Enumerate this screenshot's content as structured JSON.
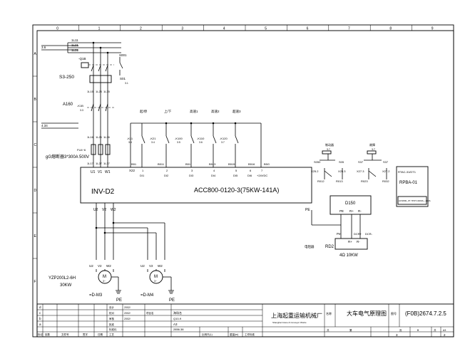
{
  "grid": {
    "columns": [
      "0",
      "1",
      "2",
      "3",
      "4",
      "5",
      "6",
      "7",
      "8",
      "9"
    ],
    "rows": [
      "A",
      "B",
      "C",
      "D",
      "E",
      "F"
    ]
  },
  "colors": {
    "ink": "#000000",
    "paper": "#ffffff"
  },
  "power": {
    "bus_left_top": "3.6",
    "bus_left_mid": "4.34",
    "phases": [
      "1L11",
      "1L21",
      "1L31"
    ],
    "breaker_label": "-Q1B",
    "breaker_model": "S3-250",
    "aux_s001": "S001",
    "aux_s01": "S01",
    "aux_ref": "3.1",
    "post_breaker_wires": [
      "1L15",
      "1L25",
      "1L35"
    ],
    "contactor_label": "-K1B",
    "contactor_ref": "3.3",
    "contactor_model": "A160",
    "fuse_wires": [
      "1L16",
      "1L26",
      "1L36"
    ],
    "fuse_model": "FU4~6",
    "fuse_desc": "gG熔断器3*300A 500V",
    "out_wires": [
      "1L17",
      "1L27",
      "1L37"
    ]
  },
  "inverter": {
    "name": "INV-D2",
    "model": "ACC800-0120-3(75KW-141A)",
    "inputs": [
      "U1",
      "V1",
      "W1"
    ],
    "outputs": [
      "U2",
      "V2",
      "W2"
    ],
    "pe": "PE",
    "x22": "X22",
    "terminal_nums": [
      "1",
      "2",
      "3",
      "4",
      "5",
      "6",
      "7"
    ],
    "di_labels": [
      "DI1",
      "DI2",
      "DI3",
      "DI4",
      "DI5",
      "DI6",
      "+24VDC"
    ]
  },
  "controls": {
    "functions": [
      "起/停",
      "上/下",
      "高速1",
      "高速2",
      "超速3"
    ],
    "relays": [
      {
        "tag": "-K11",
        "ref": "3.4"
      },
      {
        "tag": "-K21",
        "ref": "3.4"
      },
      {
        "tag": "-K100",
        "ref": "3.5"
      },
      {
        "tag": "-K110",
        "ref": "3.6"
      },
      {
        "tag": "-K120",
        "ref": "3.7"
      }
    ],
    "wires": [
      "B51",
      "B511",
      "B51",
      "B513",
      "B515",
      "B516",
      "B5G"
    ]
  },
  "relay_outputs": {
    "left_title": "制动器",
    "left_ref": "3.7",
    "right_title": "故障",
    "right_ref": "3.7",
    "left_tags": [
      "S050",
      "S05",
      "X25.2",
      "X25.3",
      "R012",
      "R013"
    ],
    "right_tags": [
      "S37",
      "S37",
      "X27.3",
      "X27.2",
      "R023",
      "R032"
    ]
  },
  "option_module": {
    "title": "RTAC-31/DT1",
    "name": "RPBA-01",
    "sub": "ACS800_0T 7P/0T-3200A—120A"
  },
  "brake_unit": {
    "name": "D150",
    "terminals": [
      "PE",
      "R+",
      "R-"
    ],
    "resistor_label": "电阻器",
    "resistor_name": "RD2",
    "resistor_terms": [
      "Pe",
      "R+",
      "R-"
    ],
    "wire_tags": [
      "DCR+",
      "DCR-"
    ],
    "rating": "4Ω 10KW"
  },
  "motors": [
    {
      "id": "M3",
      "terms": [
        "U2",
        "V2",
        "W2"
      ],
      "symbol": "M",
      "phase": "3~",
      "model": "YZP200L2-6H",
      "power": "30KW",
      "label": "=D-M3",
      "pe": "PE"
    },
    {
      "id": "M4",
      "terms": [
        "U2",
        "V2",
        "W2"
      ],
      "symbol": "M",
      "phase": "3~",
      "model": "",
      "power": "",
      "label": "=D-M4",
      "pe": "PE"
    }
  ],
  "title_block": {
    "company": "上海起重运输机械厂",
    "company_en": "Shanghai Crane & Conveyor Works",
    "drawing_title": "大车电气原理图",
    "drawing_no": "(F0B)2674.7.2.5",
    "drawing_no_prefix": "图号",
    "name_prefix": "名称",
    "rev_letters": [
      "d",
      "c",
      "b",
      "a"
    ],
    "left_labels": [
      "标记",
      "处数",
      "文件号",
      "签字",
      "日期"
    ],
    "mid_labels": [
      "设计",
      "校对",
      "审核",
      "批准",
      "标准化",
      "工艺"
    ],
    "values": [
      "2002/",
      "2002/",
      "2002/"
    ],
    "project_label": "项目名",
    "project_value": "海场名",
    "drawing_type": "Q10-9",
    "format": "A3",
    "scale_label": "比例尺(L)",
    "weight_label": "重量(m)",
    "wk_label": "工作标准",
    "sheet_label": "共",
    "sheet_label2": "第",
    "sheet_total": "3",
    "sheet_num": "2",
    "doc_id": "2856.38",
    "small_cells": [
      "页",
      "B",
      "共",
      "A3"
    ]
  }
}
